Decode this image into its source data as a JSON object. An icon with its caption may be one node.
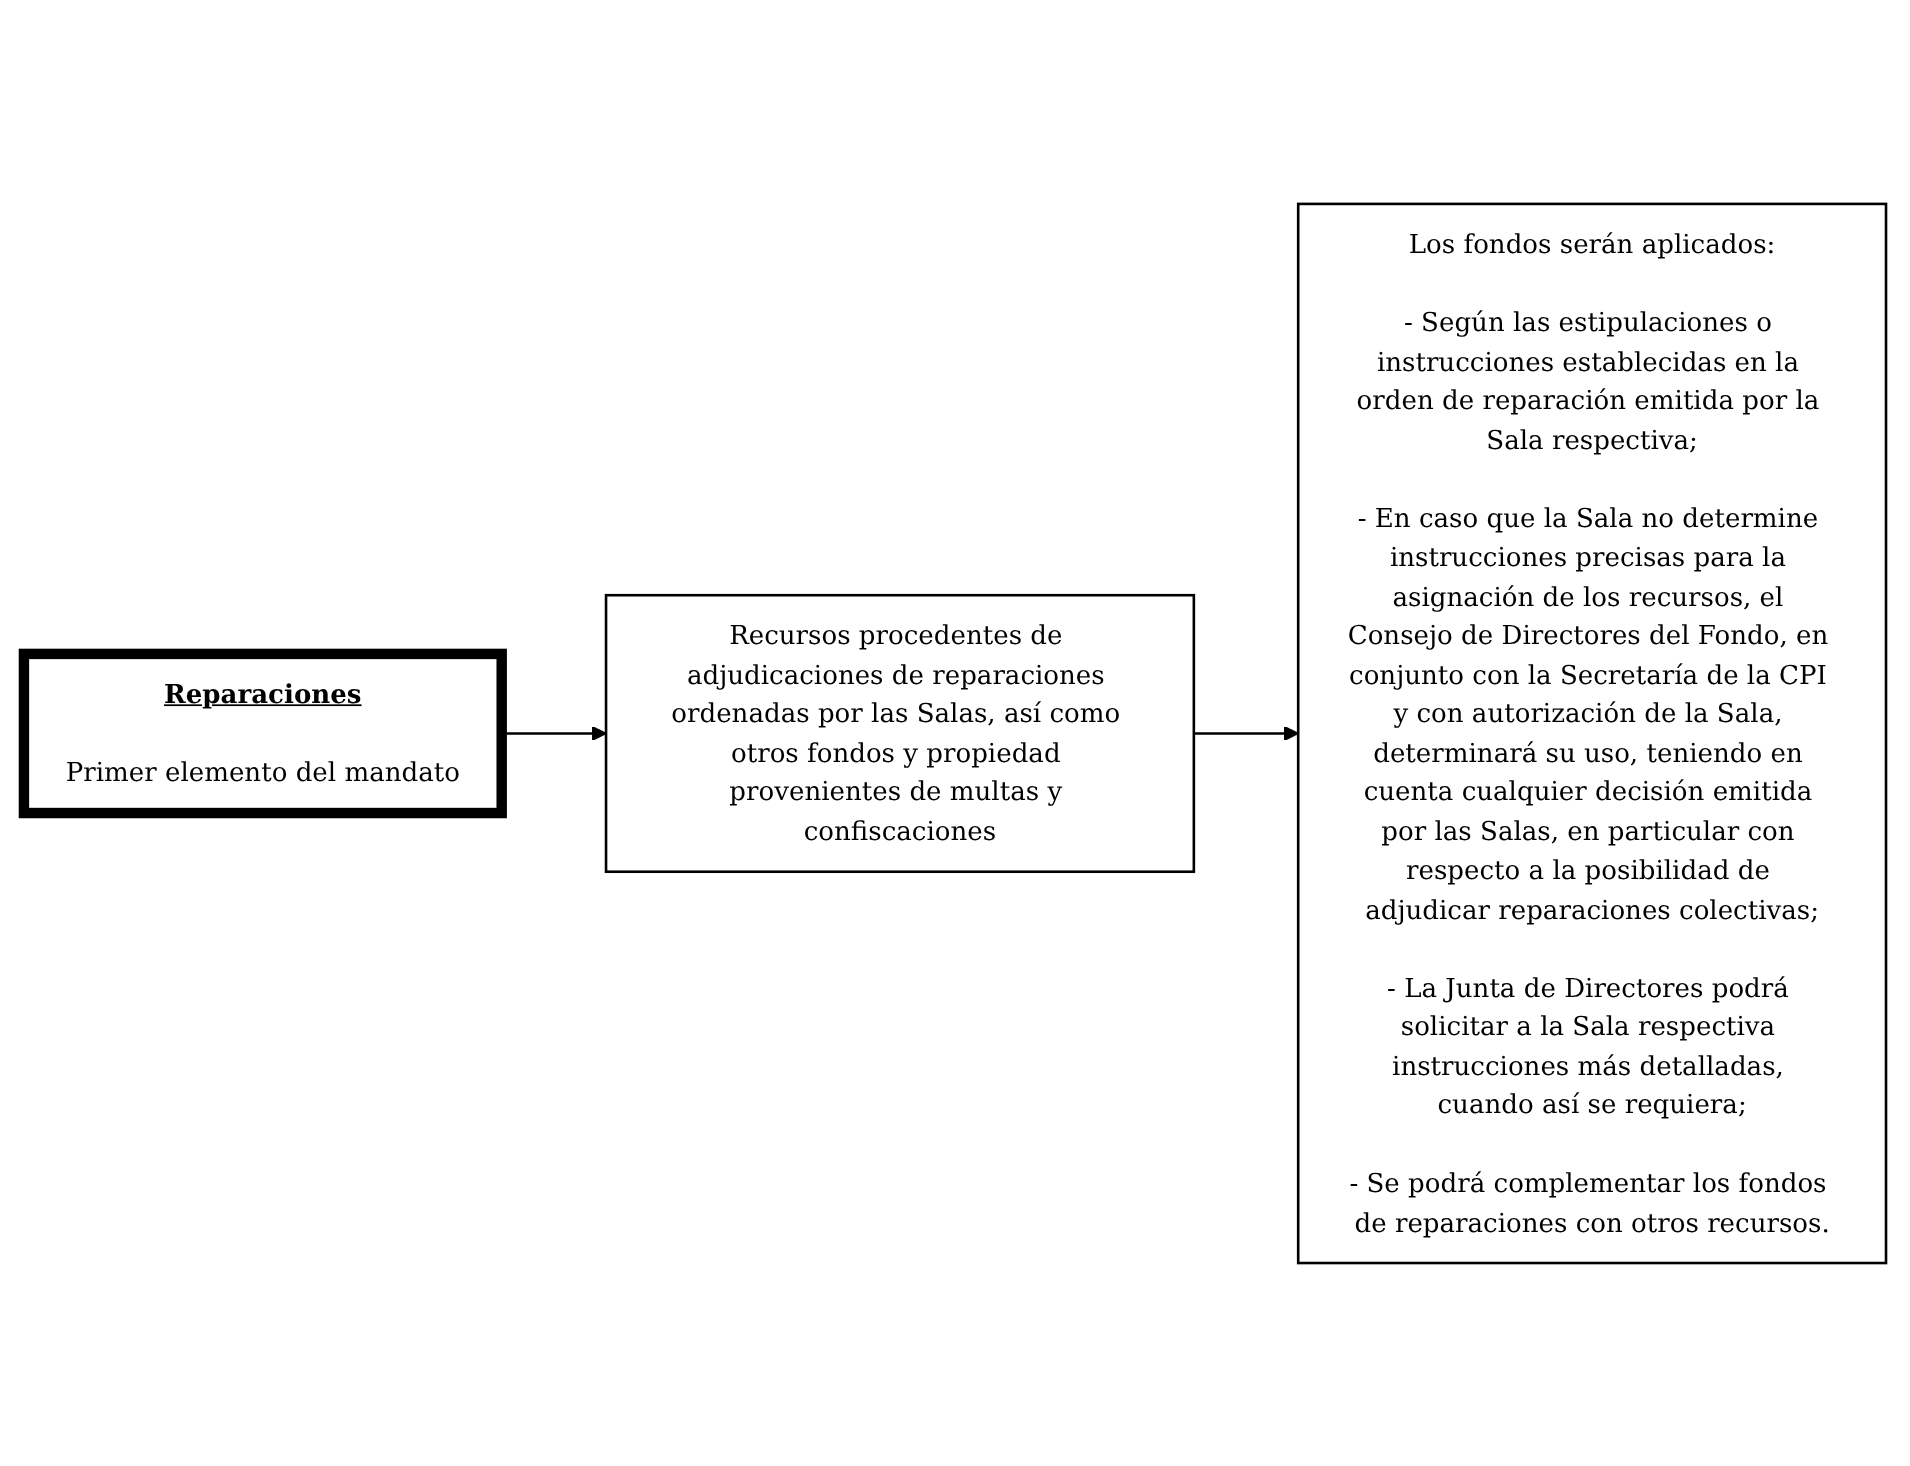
{
  "diagram": {
    "nodes": [
      {
        "text": [
          "Reparaciones",
          "Primer elemento del mandato"
        ]
      },
      {
        "text": [
          "Recursos procedentes de adjudicaciones de reparaciones ordenadas por las Salas, así como otros fondos y propiedad provenientes de multas y confiscaciones"
        ]
      },
      {
        "text": [
          "Los fondos serán aplicados:",
          "- Según las estipulaciones o instrucciones establecidas en la orden de reparación emitida por la Sala respectiva;",
          "- En caso que la Sala no determine instrucciones precisas para la asignación de los recursos, el Consejo de Directores del Fondo, en conjunto con la Secretaría de la CPI y con autorización de la Sala, determinará su uso, teniendo en cuenta cualquier decisión emitida por las Salas, en particular con respecto a la posibilidad de adjudicar reparaciones colectivas;",
          "- La Junta de Directores podrá solicitar a la Sala respectiva instrucciones más detalladas, cuando así se requiera;",
          "- Se podrá complementar los fondos de reparaciones con otros recursos."
        ]
      }
    ],
    "edges": [
      {
        "from": 0,
        "to": 1,
        "arrow": "to"
      },
      {
        "from": 1,
        "to": 2,
        "arrow": "to"
      }
    ]
  }
}
